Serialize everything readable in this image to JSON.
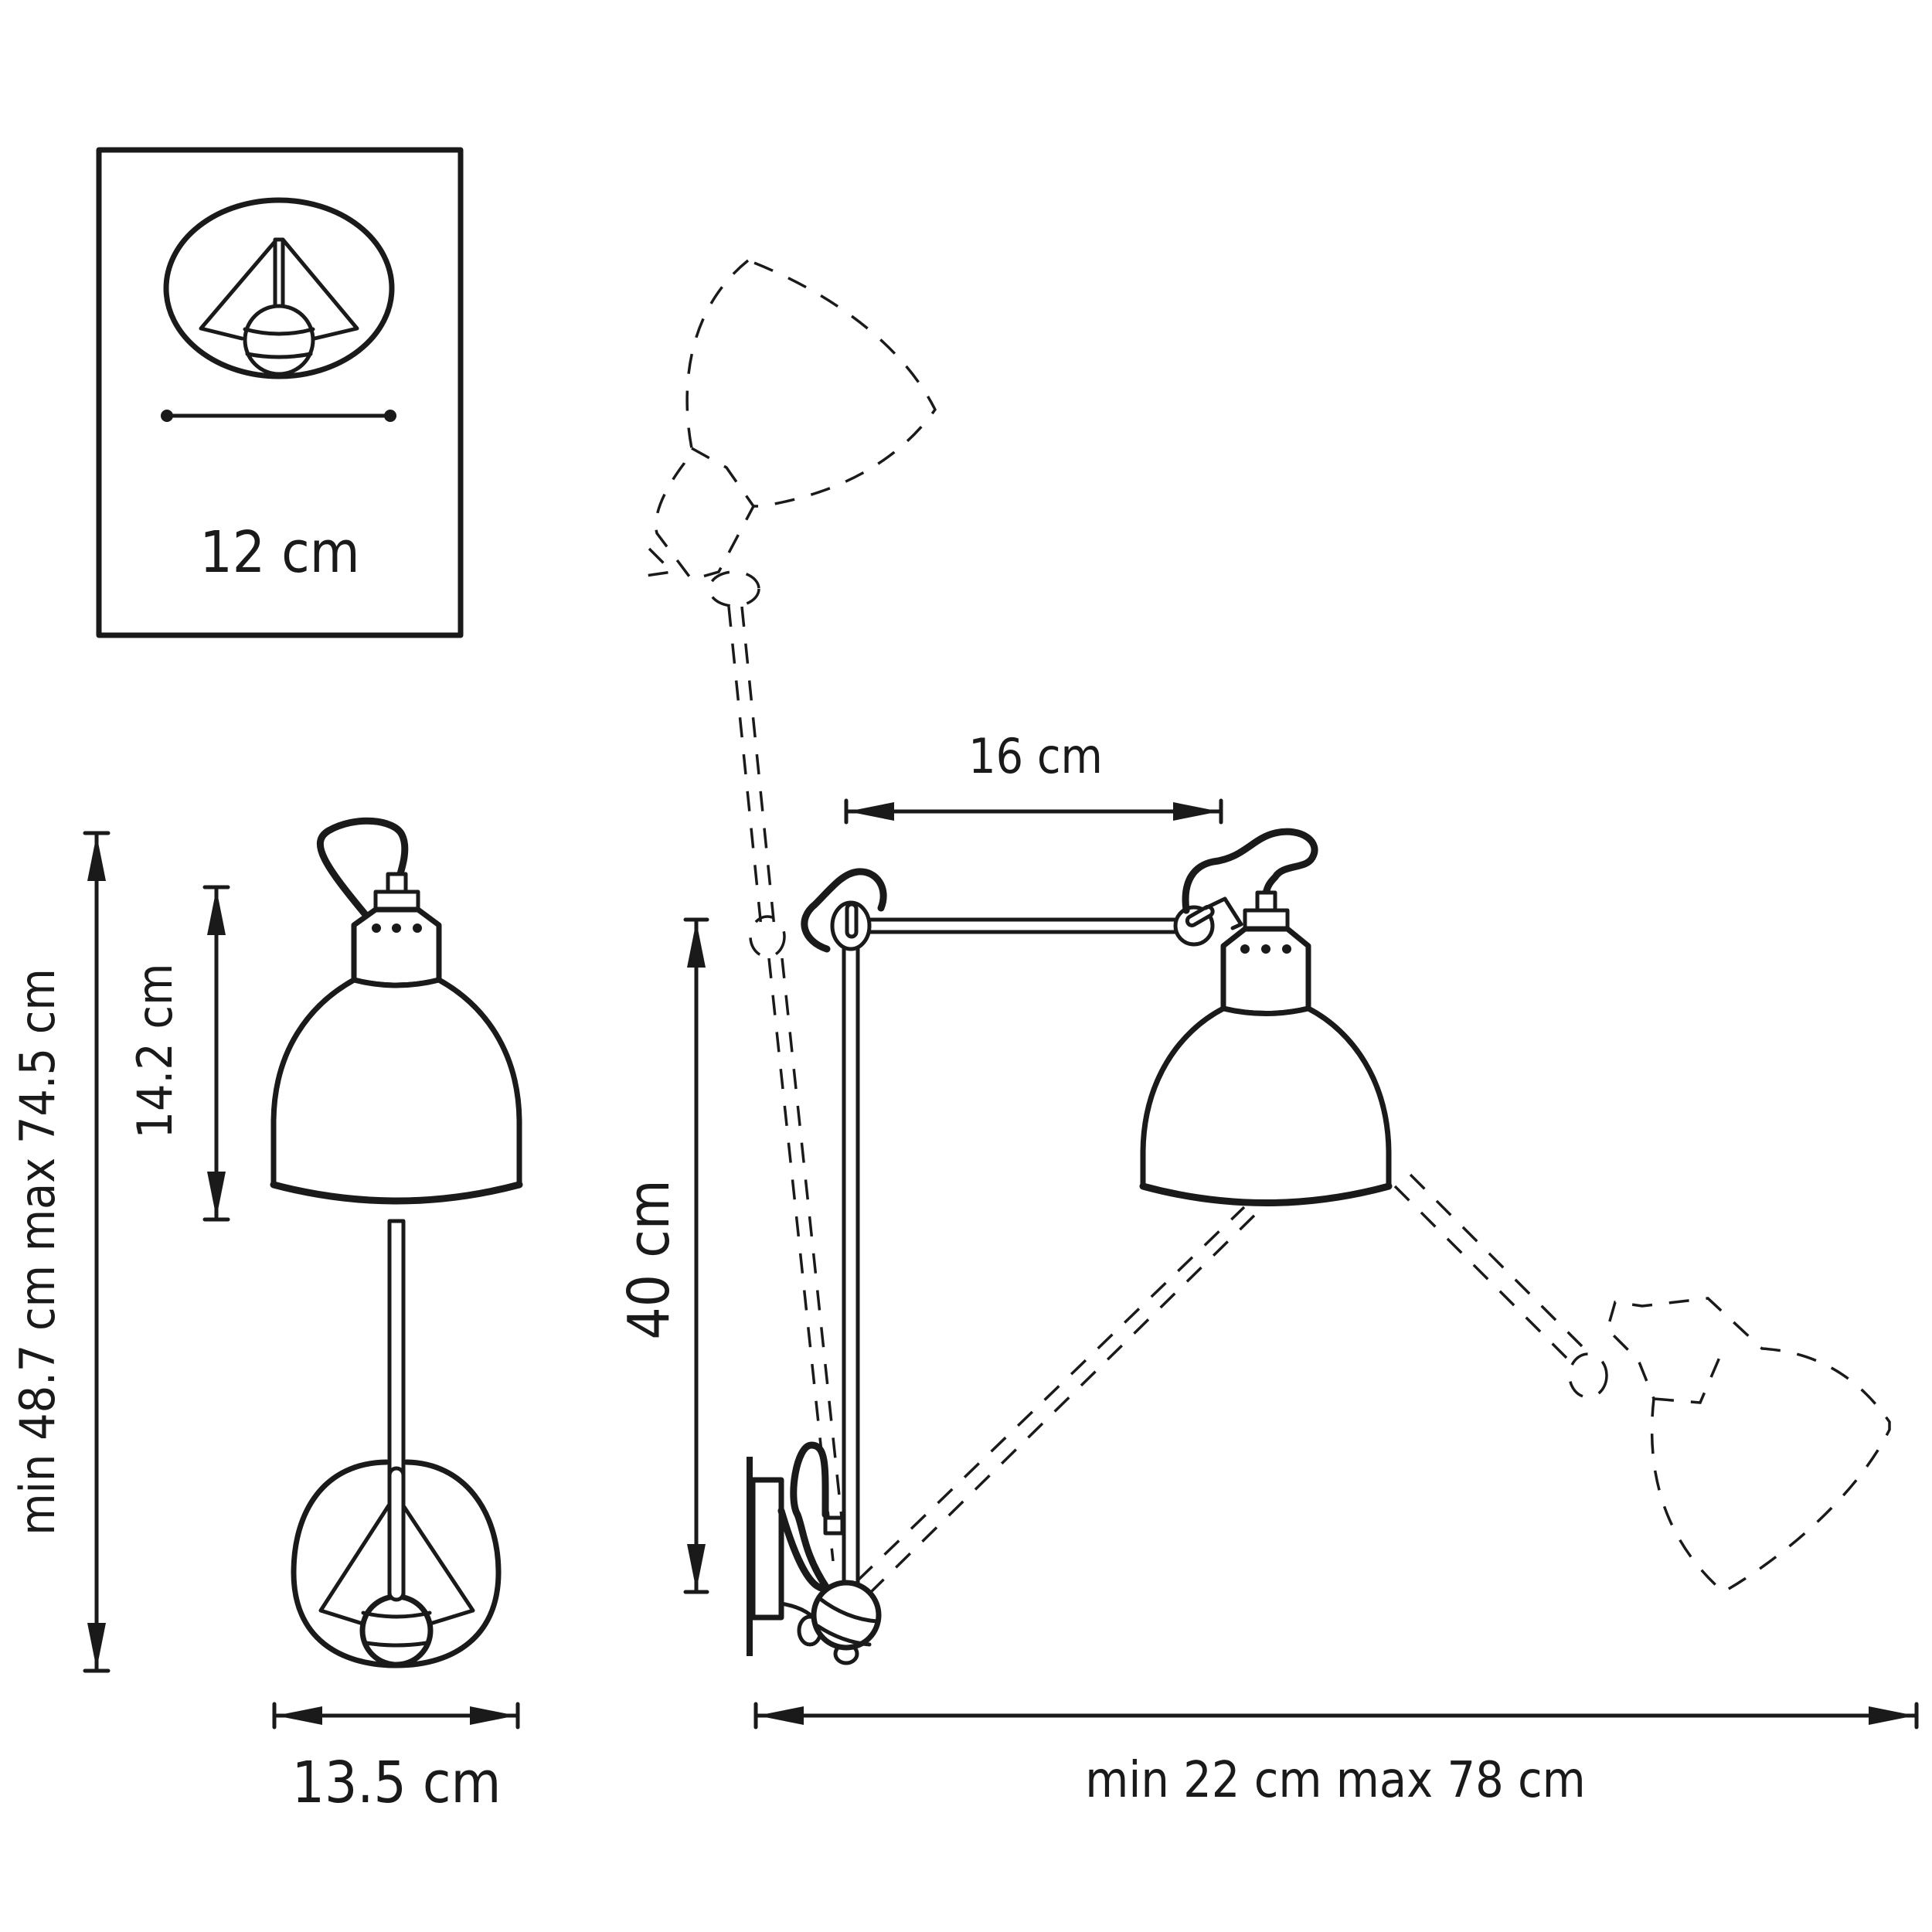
{
  "diagram": {
    "subject": "Adjustable wall lamp dimension drawing",
    "stroke_color": "#1a1a1a",
    "background": "#ffffff"
  },
  "inset_base_view": {
    "label": "12 cm",
    "dimension_cm": 12
  },
  "front_view": {
    "total_height_label": "min 48.7 cm max 74.5 cm",
    "total_height_min_cm": 48.7,
    "total_height_max_cm": 74.5,
    "shade_height_label": "14.2 cm",
    "shade_height_cm": 14.2,
    "shade_width_label": "13.5 cm",
    "shade_width_cm": 13.5
  },
  "side_view": {
    "arm_length_label": "16 cm",
    "arm_length_cm": 16,
    "vertical_arm_label": "40 cm",
    "vertical_arm_cm": 40,
    "projection_label": "min 22 cm max 78 cm",
    "projection_min_cm": 22,
    "projection_max_cm": 78
  }
}
